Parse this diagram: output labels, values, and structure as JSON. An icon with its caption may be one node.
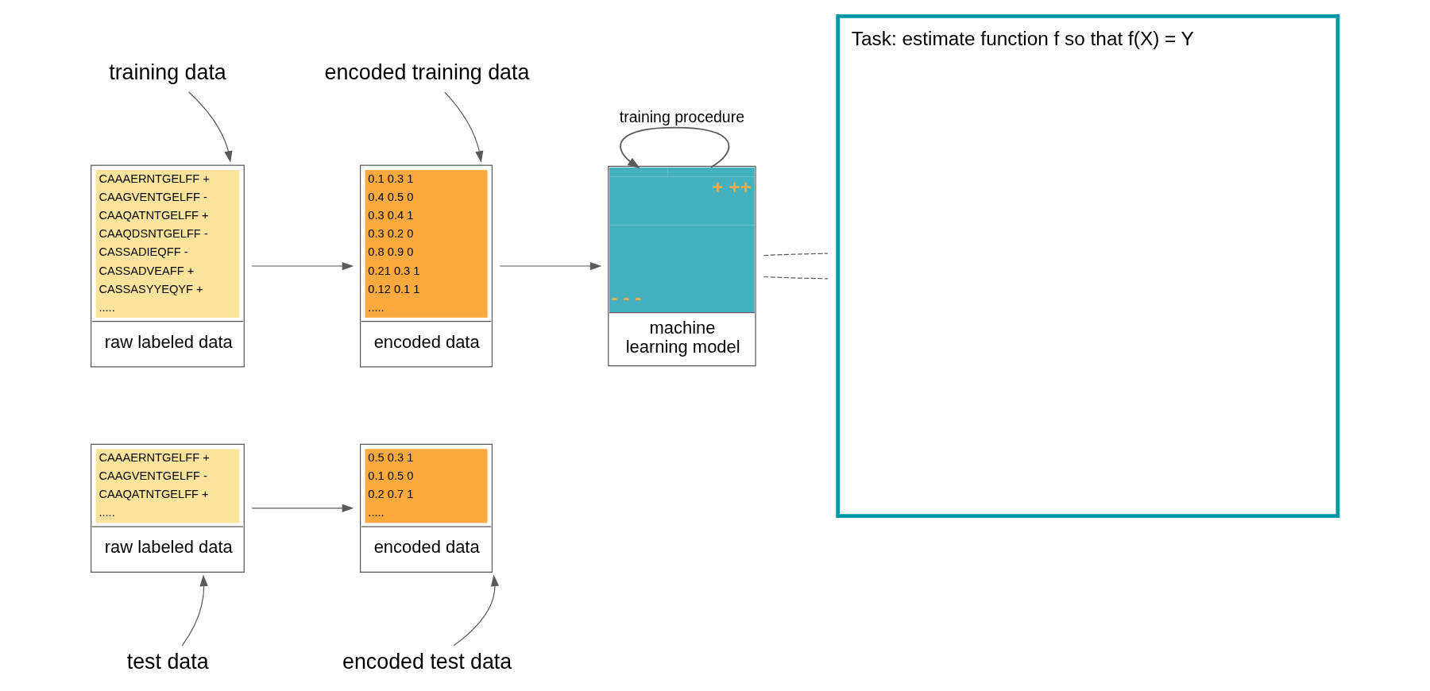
{
  "diagram": {
    "nodes": [
      {
        "text": [
          "training data"
        ]
      },
      {
        "text": [
          "CAAAERNTGELFF +",
          "CAAGVENTGELFF -",
          "CAAQATNTGELFF +",
          "CAAQDSNTGELFF -",
          "CASSADIEQFF -",
          "CASSADVEAFF +",
          "CASSASYYEQYF +",
          ".....",
          "raw labeled data"
        ]
      },
      {
        "text": [
          "encoded training data"
        ]
      },
      {
        "text": [
          "0.1 0.3 1",
          "0.4 0.5 0",
          "0.3 0.4 1",
          "0.3 0.2 0",
          "0.8 0.9 0",
          "0.21 0.3 1",
          "0.12 0.1 1",
          ".....",
          "encoded data"
        ]
      },
      {
        "text": [
          "+ ++",
          "- - -",
          "machine learning model"
        ]
      },
      {
        "text": [
          "Task: estimate function f so that f(X) = Y"
        ]
      },
      {
        "text": [
          "CAAAERNTGELFF +",
          "CAAGVENTGELFF -",
          "CAAQATNTGELFF +",
          ".....",
          "raw labeled data"
        ]
      },
      {
        "text": [
          "0.5 0.3 1",
          "0.1 0.5 0",
          "0.2 0.7 1",
          ".....",
          "encoded data"
        ]
      },
      {
        "text": [
          "test data"
        ]
      },
      {
        "text": [
          "encoded test data"
        ]
      }
    ],
    "edges": [
      {
        "from": 0,
        "to": 1,
        "arrow": "to"
      },
      {
        "from": 2,
        "to": 3,
        "arrow": "to"
      },
      {
        "from": 1,
        "to": 3,
        "arrow": "to"
      },
      {
        "from": 3,
        "to": 4,
        "arrow": "to"
      },
      {
        "from": 4,
        "to": 4,
        "arrow": "to",
        "label": "training procedure"
      },
      {
        "from": 4,
        "to": 5,
        "arrow": "none",
        "style": "dashed"
      },
      {
        "from": 4,
        "to": 5,
        "arrow": "none",
        "style": "dashed"
      },
      {
        "from": 6,
        "to": 7,
        "arrow": "to"
      },
      {
        "from": 8,
        "to": 6,
        "arrow": "to"
      },
      {
        "from": 9,
        "to": 7,
        "arrow": "to"
      }
    ]
  }
}
